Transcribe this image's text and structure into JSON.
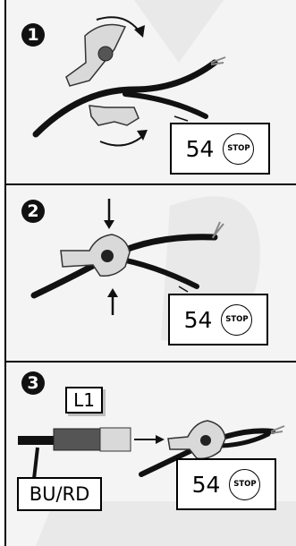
{
  "steps": [
    {
      "number": "1",
      "code": "54",
      "badge": "STOP"
    },
    {
      "number": "2",
      "code": "54",
      "badge": "STOP"
    },
    {
      "number": "3",
      "code": "54",
      "badge": "STOP",
      "component_label": "L1",
      "wire_label": "BU/RD"
    }
  ],
  "colors": {
    "panel": "#f4f4f4",
    "ink": "#111111",
    "connector": "#d9d9d9",
    "insulator": "#555555"
  }
}
